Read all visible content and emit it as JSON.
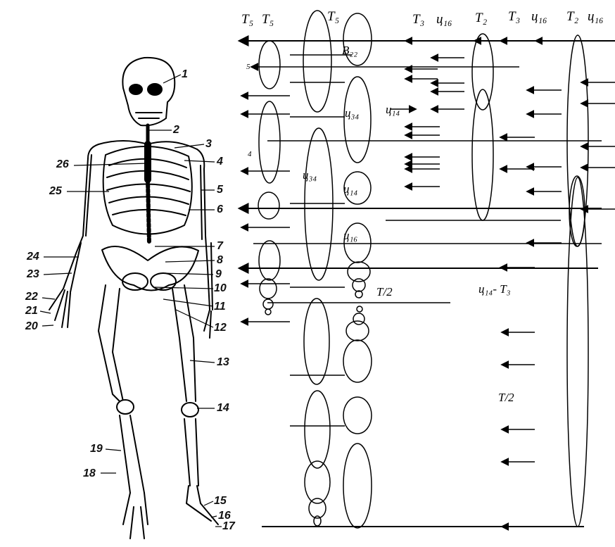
{
  "figure": {
    "header_labels": [
      "T₅",
      "T₅",
      "T₅",
      "T₃",
      "ц₁₆",
      "T₂",
      "T₃",
      "ц₁₆",
      "T₂",
      "ц₁₆"
    ],
    "inner_labels": {
      "b22": "B₂₂",
      "five": "5",
      "four": "4",
      "ts34_upper": "ц₃₄",
      "ts34_lower": "ц₃₄",
      "ts14_oval": "ц₁₄",
      "ts14_arrow": "ц₁₄",
      "ts16_oval": "ц₁₆",
      "t_half_1": "T/2",
      "ts14_t3": "ц₁₄- T₃",
      "t_half_2": "T/2"
    }
  },
  "skeleton": {
    "bone_numbers": [
      "1",
      "2",
      "3",
      "4",
      "5",
      "6",
      "7",
      "8",
      "9",
      "10",
      "11",
      "12",
      "13",
      "14",
      "15",
      "16",
      "17",
      "18",
      "19",
      "20",
      "21",
      "22",
      "23",
      "24",
      "25",
      "26"
    ]
  }
}
